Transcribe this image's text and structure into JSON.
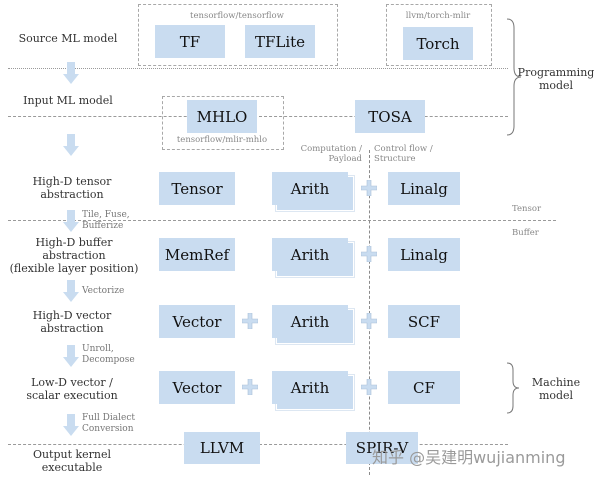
{
  "rows": {
    "source_ml_model": "Source ML model",
    "input_ml_model": "Input ML model",
    "highd_tensor": [
      "High-D tensor",
      "abstraction"
    ],
    "highd_buffer": [
      "High-D buffer",
      "abstraction",
      "(flexible layer position)"
    ],
    "highd_vector": [
      "High-D vector",
      "abstraction"
    ],
    "lowd_vector": [
      "Low-D vector /",
      "scalar execution"
    ],
    "output_kernel": [
      "Output kernel",
      "executable"
    ]
  },
  "transitions": {
    "tile_fuse": [
      "Tile, Fuse,",
      "Bufferize"
    ],
    "vectorize": "Vectorize",
    "unroll": [
      "Unroll,",
      "Decompose"
    ],
    "full_dialect": [
      "Full Dialect",
      "Conversion"
    ]
  },
  "groups": {
    "tensorflow": "tensorflow/tensorflow",
    "torch_mlir": "llvm/torch-mlir",
    "mlir_mhlo": "tensorflow/mlir-mhlo"
  },
  "boxes": {
    "tf": "TF",
    "tflite": "TFLite",
    "torch": "Torch",
    "mhlo": "MHLO",
    "tosa": "TOSA",
    "tensor": "Tensor",
    "arith": "Arith",
    "linalg": "Linalg",
    "memref": "MemRef",
    "vector": "Vector",
    "scf": "SCF",
    "cf": "CF",
    "llvm": "LLVM",
    "spirv": "SPIR-V"
  },
  "columns": {
    "computation": [
      "Computation /",
      "Payload"
    ],
    "control_flow": [
      "Control flow /",
      "Structure"
    ]
  },
  "boundaries": {
    "tensor": "Tensor",
    "buffer": "Buffer"
  },
  "braces": {
    "programming_model": [
      "Programming",
      "model"
    ],
    "machine_model": [
      "Machine",
      "model"
    ]
  },
  "watermark": "知乎 @吴建明wujianming",
  "colors": {
    "box_fill": "#c9dcf0",
    "line": "#9a9a9a",
    "arrow": "#c9dcf0"
  }
}
